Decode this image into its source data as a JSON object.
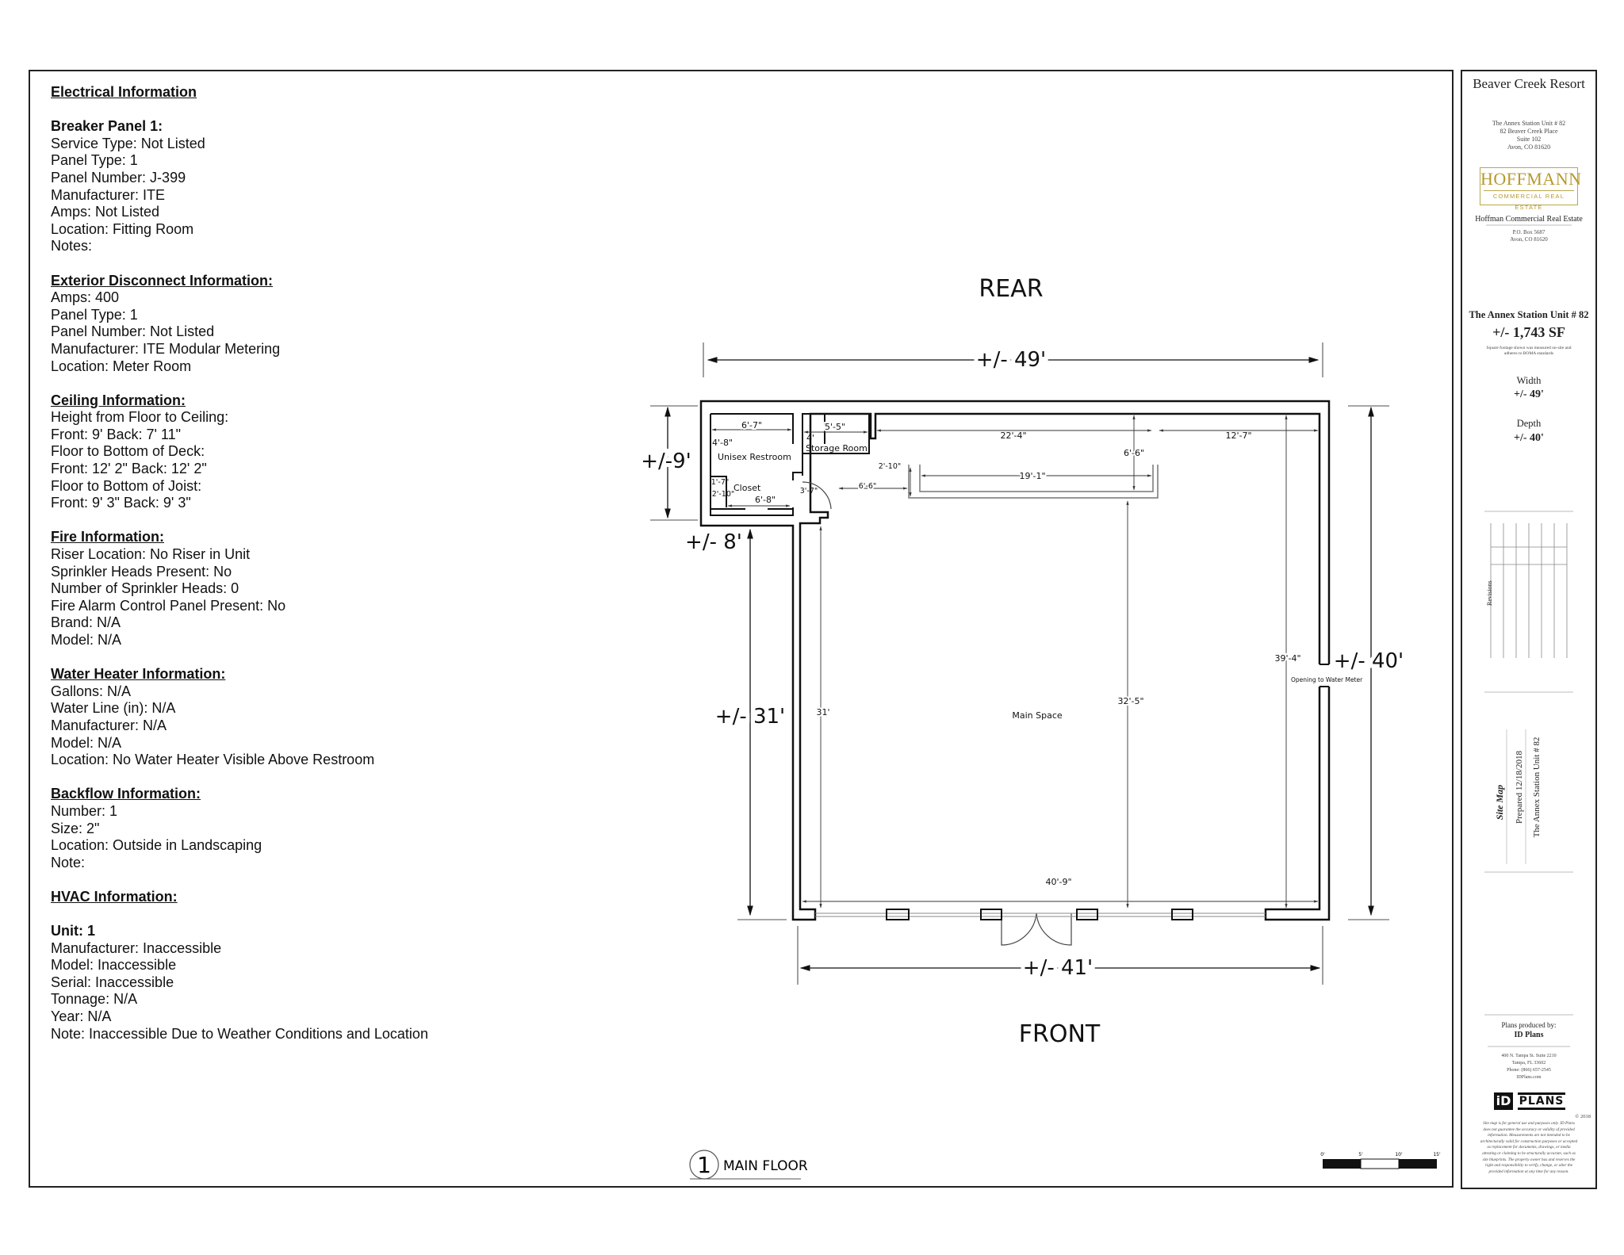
{
  "info": {
    "electrical_heading": "Electrical Information",
    "breaker_panel": {
      "heading": "Breaker Panel 1:",
      "lines": [
        "Service Type: Not Listed",
        "Panel Type: 1",
        "Panel Number: J-399",
        "Manufacturer: ITE",
        "Amps: Not Listed",
        "Location: Fitting Room",
        "Notes:"
      ]
    },
    "exterior_disconnect": {
      "heading": "Exterior Disconnect Information:",
      "lines": [
        "Amps: 400",
        "Panel Type: 1",
        "Panel Number: Not Listed",
        "Manufacturer: ITE Modular Metering",
        "Location: Meter Room"
      ]
    },
    "ceiling": {
      "heading": "Ceiling Information:",
      "lines": [
        "Height from Floor to Ceiling:",
        "Front: 9'  Back: 7' 11\"",
        "Floor to Bottom of Deck:",
        "Front: 12' 2\"  Back: 12' 2\"",
        "Floor to Bottom of Joist:",
        "Front: 9' 3\" Back: 9' 3\""
      ]
    },
    "fire": {
      "heading": "Fire Information:",
      "lines": [
        "Riser Location: No Riser in Unit",
        "Sprinkler Heads Present: No",
        "Number of Sprinkler Heads: 0",
        "Fire Alarm Control Panel Present: No",
        "Brand: N/A",
        "Model: N/A"
      ]
    },
    "water_heater": {
      "heading": "Water Heater Information:",
      "lines": [
        "Gallons: N/A",
        "Water Line (in): N/A",
        "Manufacturer: N/A",
        "Model: N/A",
        "Location: No Water Heater Visible Above Restroom"
      ]
    },
    "backflow": {
      "heading": "Backflow Information:",
      "lines": [
        "Number: 1",
        "Size: 2\"",
        "Location: Outside in Landscaping",
        "Note:"
      ]
    },
    "hvac": {
      "heading": "HVAC Information:",
      "unit_heading": "Unit: 1",
      "lines": [
        "Manufacturer: Inaccessible",
        "Model: Inaccessible",
        "Serial: Inaccessible",
        "Tonnage: N/A",
        "Year: N/A",
        "Note: Inaccessible Due to Weather Conditions and Location"
      ]
    }
  },
  "plan": {
    "rear_label": "REAR",
    "front_label": "FRONT",
    "overall_width": "+/- 49'",
    "front_width": "+/- 41'",
    "left_depth_upper": "+/-9'",
    "left_offset": "+/- 8'",
    "left_depth_lower": "+/- 31'",
    "right_depth": "+/- 40'",
    "rooms": {
      "restroom": "Unisex Restroom",
      "storage": "Storage Room",
      "closet": "Closet",
      "main": "Main Space",
      "water_meter": "Opening to Water Meter"
    },
    "dims": {
      "restroom_w": "6'-7\"",
      "restroom_h": "4'-8\"",
      "storage_w": "5'-5\"",
      "storage_h": "4'",
      "top_mid": "22'-4\"",
      "top_right": "12'-7\"",
      "mid_v": "6'-6\"",
      "inner_w": "19'-1\"",
      "step_h": "2'-10\"",
      "step_w": "6'-6\"",
      "closet_w": "1'-7\"",
      "closet_h": "2'-10\"",
      "closet_len": "6'-8\"",
      "door_w": "3'-7\"",
      "right_inner": "39'-4\"",
      "left_inner": "31'",
      "center_v": "32'-5\"",
      "front_inner": "40'-9\""
    },
    "sheet_number": "1",
    "sheet_title": "MAIN FLOOR",
    "scale_ticks": [
      "0'",
      "5'",
      "10'",
      "15'"
    ]
  },
  "titleblock": {
    "property": "Beaver Creek Resort",
    "address": [
      "The Annex Station Unit # 82",
      "82 Beaver Creek Place",
      "Suite 102",
      "Avon, CO 81620"
    ],
    "logo_main": "HOFFMANN",
    "logo_sub": "COMMERCIAL REAL ESTATE",
    "broker": "Hoffman Commercial Real Estate",
    "broker_address": [
      "P.O. Box 5687",
      "Avon, CO 81620"
    ],
    "unit_name": "The Annex Station Unit # 82",
    "area": "+/-  1,743 SF",
    "area_note": [
      "Square footage shown was measured on-site and",
      "adheres to BOMA standards"
    ],
    "width_label": "Width",
    "width_value": "+/-  49'",
    "depth_label": "Depth",
    "depth_value": "+/-  40'",
    "revisions_label": "Revisions",
    "site_map": "Site Map",
    "prepared": "Prepared 12/18/2018",
    "unit_vertical": "The Annex Station Unit # 82",
    "produced_by": "Plans produced by:",
    "producer": "ID Plans",
    "producer_address": [
      "400 N. Tampa St. Suite 2210",
      "Tampa, FL 33602",
      "Phone: (866) 657-2545",
      "IDPlans.com"
    ],
    "id_logo": "PLANS",
    "copyright": "© 2018",
    "disclaimer": [
      "Site map is for general use and purposes only. ID Plans",
      "does not guarantee the accuracy or validity of provided",
      "information. Measurements are not intended to be",
      "architecturally valid for construction purposes or accepted",
      "as replacement for documents, drawings, or media",
      "attesting or claiming to be structurally accurate, such as",
      "site blueprints. The property owner has and reserves the",
      "right and responsibility to verify, change, or alter the",
      "provided information at any time for any reason."
    ]
  }
}
